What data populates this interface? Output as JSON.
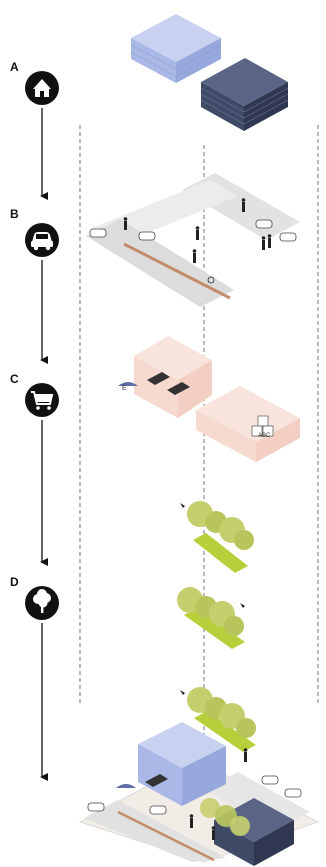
{
  "steps": [
    {
      "letter": "A",
      "icon": "house-icon"
    },
    {
      "letter": "B",
      "icon": "car-icon"
    },
    {
      "letter": "C",
      "icon": "shopping-cart-icon"
    },
    {
      "letter": "D",
      "icon": "tree-icon"
    }
  ],
  "layers": [
    {
      "name": "housing-blocks",
      "colors": [
        "#a9b8e6",
        "#3f4a66"
      ]
    },
    {
      "name": "street-mobility",
      "colors": [
        "#d9d9d9",
        "#c48b6b"
      ]
    },
    {
      "name": "commerce-education",
      "colors": [
        "#f6d9cf"
      ]
    },
    {
      "name": "greenery",
      "colors": [
        "#c6cf6e",
        "#9fbf2e"
      ]
    }
  ],
  "labels": {
    "school_letters": "ABC",
    "shop_sign": "E"
  }
}
